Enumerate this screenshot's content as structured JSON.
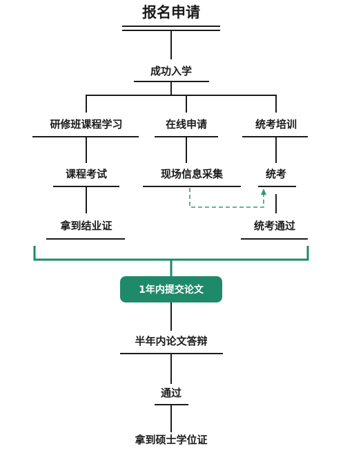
{
  "colors": {
    "line": "#1a1a1a",
    "accent": "#1e8a6a",
    "pill_text": "#ffffff",
    "dashed": "#2e9a7c"
  },
  "title": "报名申请",
  "nodes": {
    "admission": "成功入学",
    "study": "研修班课程学习",
    "online": "在线申请",
    "training": "统考培训",
    "course_exam": "课程考试",
    "onsite": "现场信息采集",
    "unified_exam": "统考",
    "certificate": "拿到结业证",
    "exam_pass": "统考通过",
    "submit_thesis": "1年内提交论文",
    "defense": "半年内论文答辩",
    "pass": "通过",
    "degree": "拿到硕士学位证"
  }
}
